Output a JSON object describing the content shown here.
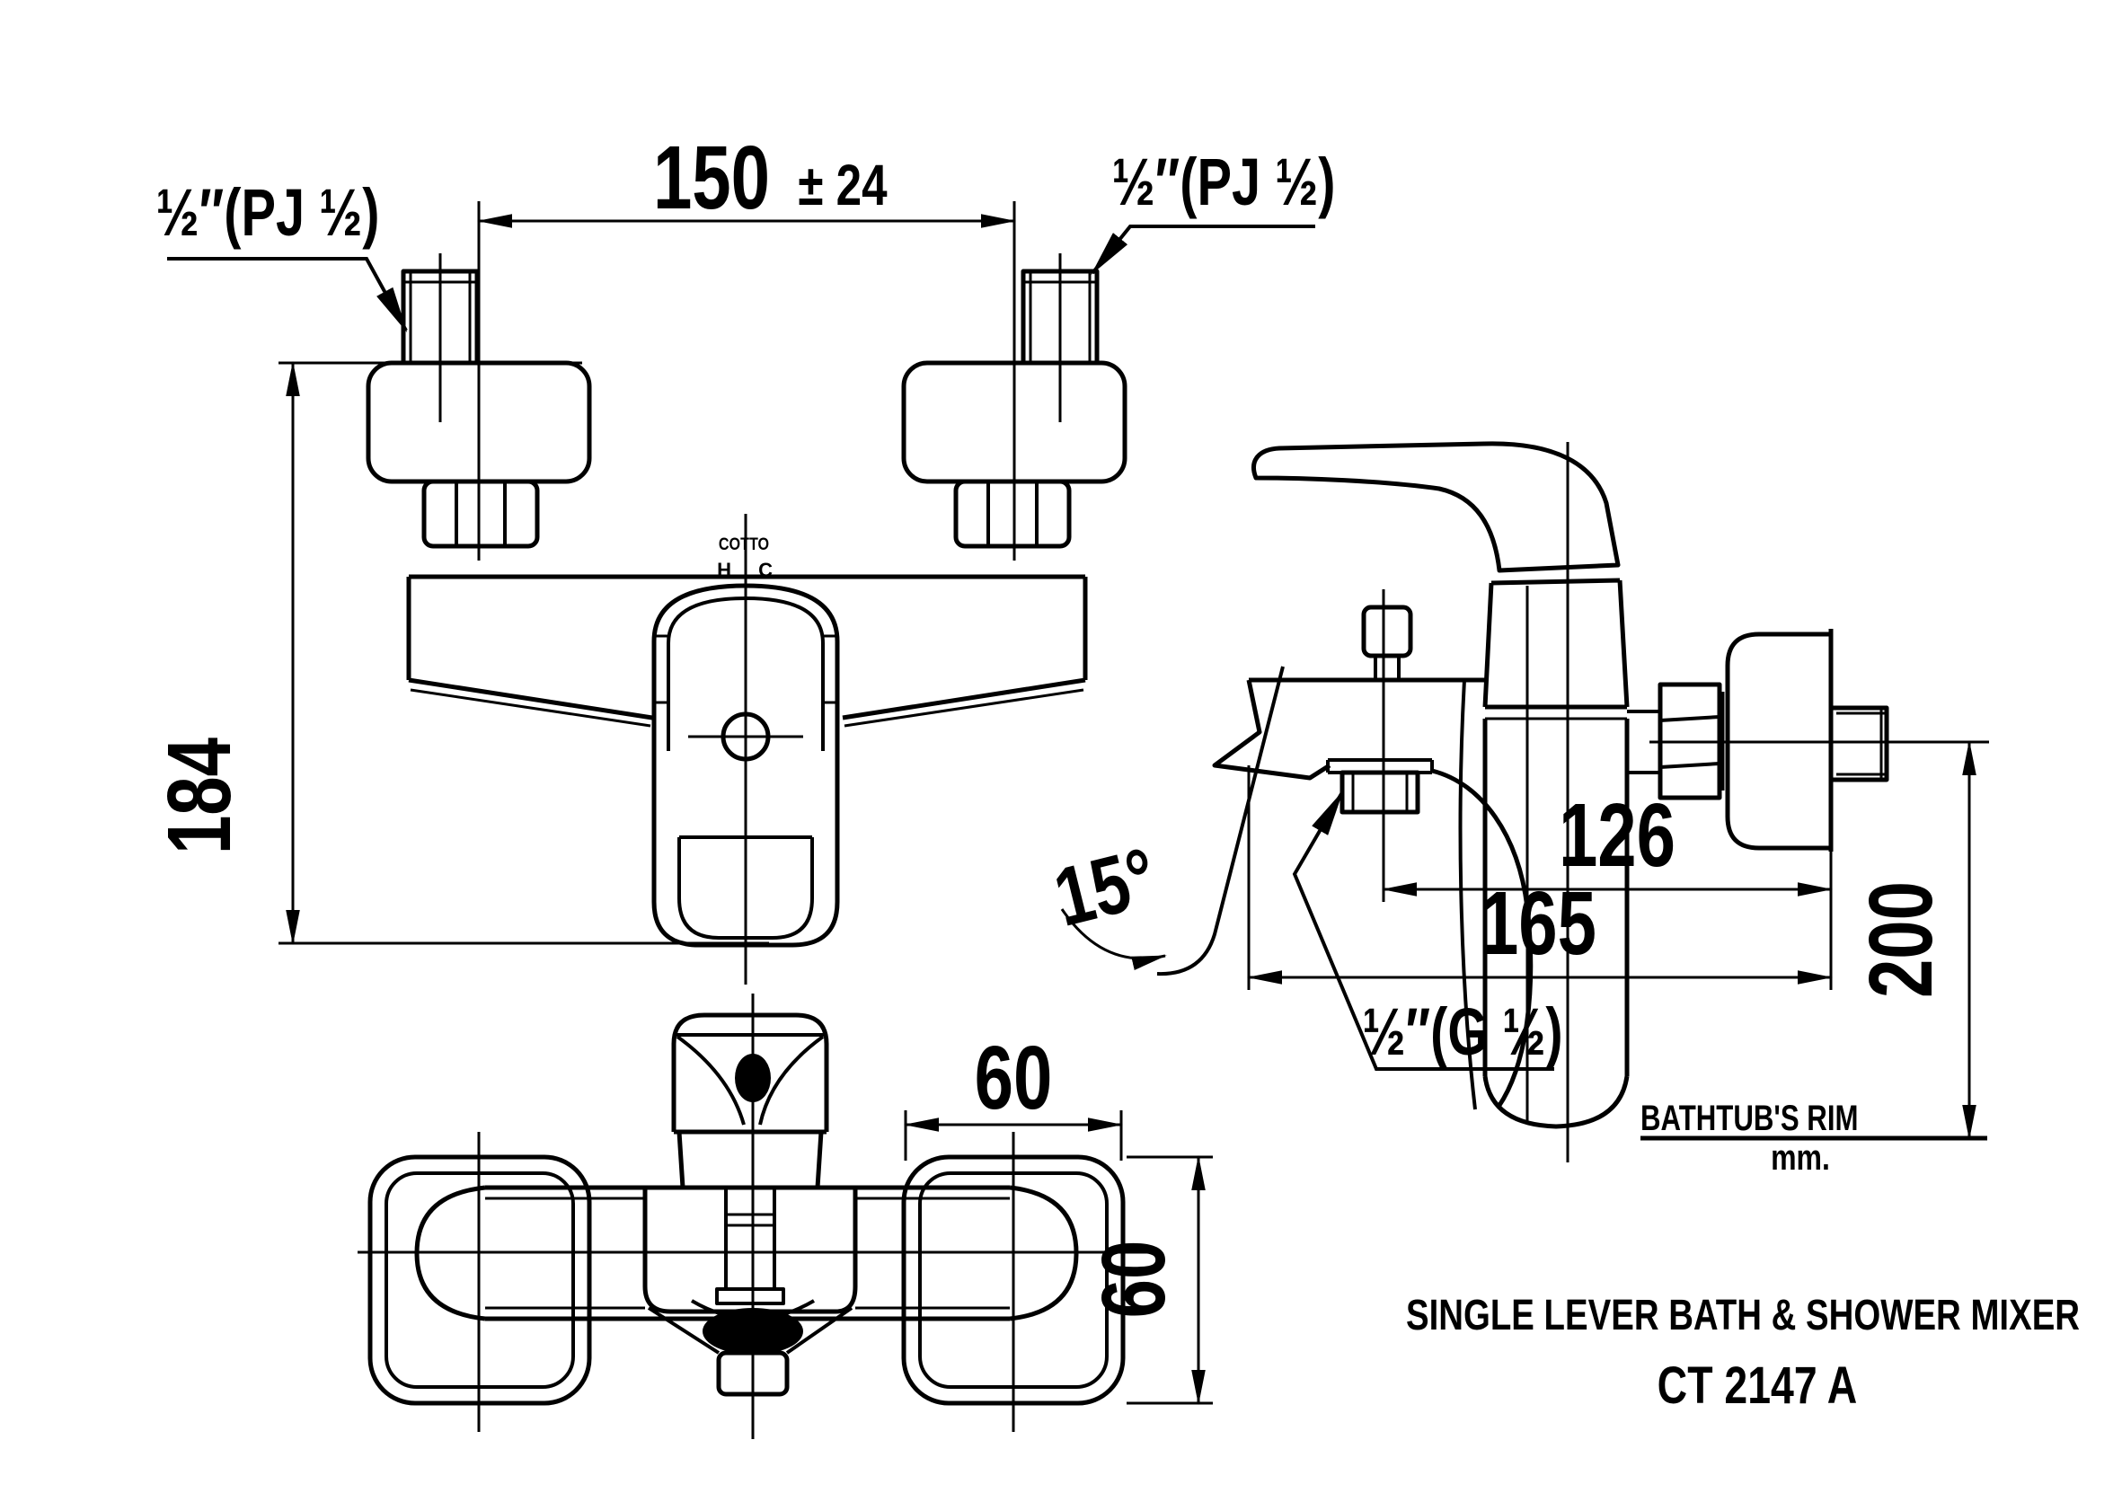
{
  "front_view": {
    "dim_width_value": "150",
    "dim_width_tolerance": "± 24",
    "dim_height": "184",
    "connection_left": "½″(PJ ½)",
    "connection_right": "½″(PJ ½)",
    "logo": "COTTO",
    "hot_marker": "H",
    "cold_marker": "C"
  },
  "side_view": {
    "dim_outlet_to_wall": "126",
    "dim_spout_reach": "165",
    "dim_height_above_rim": "200",
    "spout_angle": "15°",
    "outlet_connection": "½″(G ½)",
    "reference_label": "BATHTUB'S RIM",
    "units_label": "mm."
  },
  "bottom_view": {
    "dim_escutcheon_width": "60",
    "dim_escutcheon_depth": "60"
  },
  "title_block": {
    "product_name": "SINGLE LEVER BATH & SHOWER MIXER",
    "model_code": "CT 2147 A"
  },
  "colors": {
    "line": "#000000",
    "background": "#ffffff"
  }
}
